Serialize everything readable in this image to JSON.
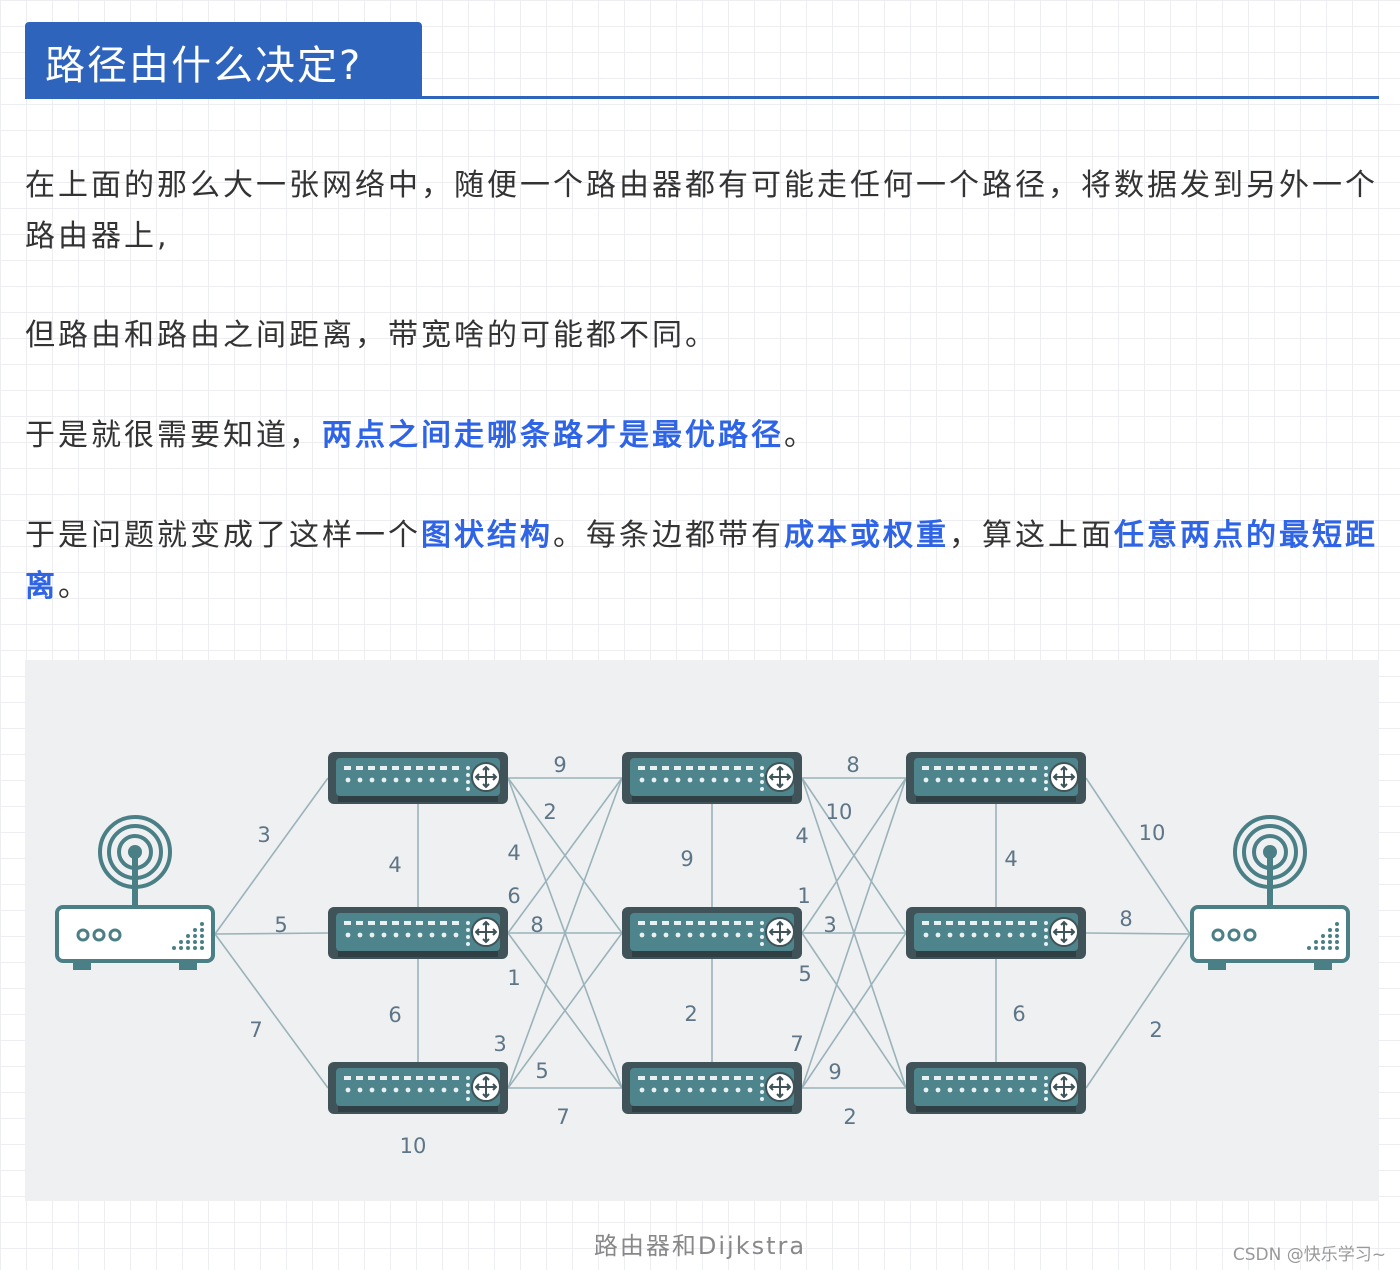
{
  "heading": "路径由什么决定?",
  "paragraphs": {
    "p1": "在上面的那么大一张网络中，随便一个路由器都有可能走任何一个路径，将数据发到另外一个路由器上,",
    "p2": "但路由和路由之间距离，带宽啥的可能都不同。",
    "p3": {
      "text": "于是就很需要知道，",
      "highlight": "两点之间走哪条路才是最优路径",
      "end": "。"
    },
    "p4": {
      "t1": "于是问题就变成了这样一个",
      "h1": "图状结构",
      "t2": "。每条边都带有",
      "h2": "成本或权重",
      "t3": "，算这上面",
      "h3": "任意两点的最短距离",
      "t4": "。"
    }
  },
  "figure": {
    "caption": "路由器和Dijkstra",
    "edge_weights": {
      "left_top": "3",
      "left_mid": "5",
      "left_bot": "7",
      "r1_top_mid": "4",
      "r1_mid_bot": "6",
      "r1_bot_bottom": "10",
      "r12_top_top": "9",
      "r12_top_mid": "2",
      "r12_top_bot": "4",
      "r12_mid_top": "6",
      "r12_mid_mid": "8",
      "r12_mid_bot": "1",
      "r12_bot_top": "3",
      "r12_bot_mid": "5",
      "r12_bot_bot": "7",
      "r2_top_mid": "9",
      "r2_mid_bot": "2",
      "r23_top_top": "8",
      "r23_top_mid": "10",
      "r23_top_bot": "4",
      "r23_mid_top": "1",
      "r23_mid_mid": "3",
      "r23_mid_bot": "5",
      "r23_bot_top": "7",
      "r23_bot_mid": "9",
      "r23_bot_bot": "2",
      "r3_top_mid": "4",
      "r3_mid_bot": "6",
      "right_top": "10",
      "right_mid": "8",
      "right_bot": "2"
    }
  },
  "watermark": "CSDN @快乐学习~",
  "colors": {
    "accent": "#2f64bd",
    "highlight": "#2f64e6",
    "router": "#4a7f86",
    "edge": "#9ab3ba"
  }
}
